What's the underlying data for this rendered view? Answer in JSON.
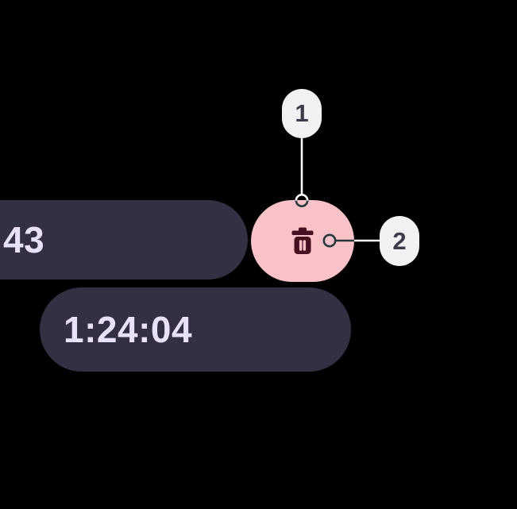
{
  "screen": {
    "background": "#000000"
  },
  "chips": {
    "cropped_time": "43",
    "full_time": "1:24:04",
    "chip_bg": "#343043",
    "text_color": "#E9E1F7"
  },
  "delete_button": {
    "icon": "trash-icon",
    "bg": "#F9C2C8",
    "icon_color": "#471021"
  },
  "callouts": {
    "one": {
      "label": "1"
    },
    "two": {
      "label": "2"
    },
    "badge_bg": "#F2F1F3",
    "badge_text_color": "#3E3C4B",
    "leader_light": "#FFFFFF",
    "leader_dark": "#24393B"
  }
}
